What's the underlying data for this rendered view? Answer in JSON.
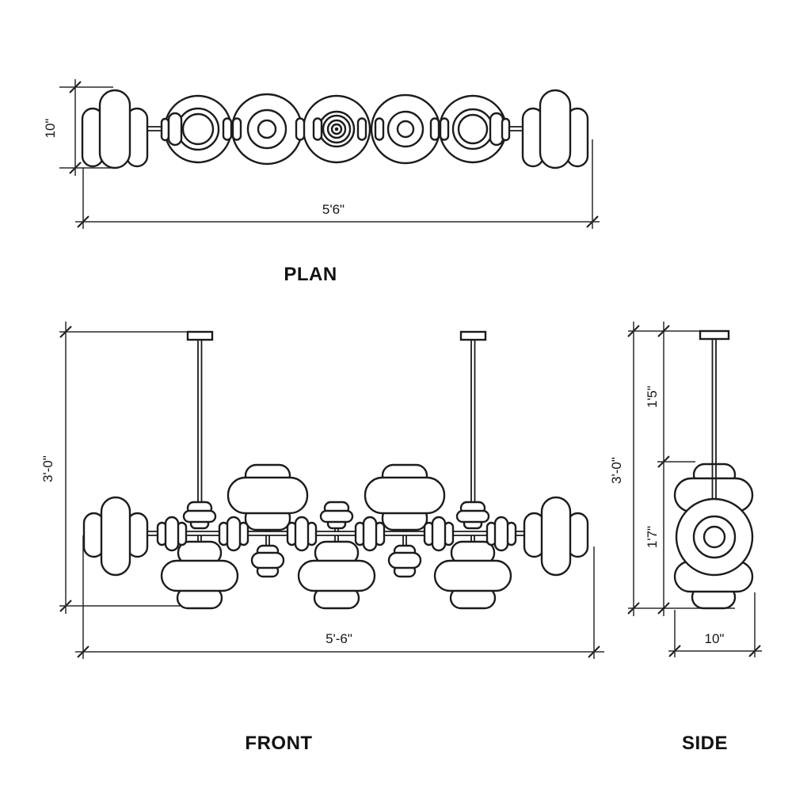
{
  "views": {
    "plan": {
      "label": "PLAN",
      "dims": {
        "depth": "10\"",
        "width": "5'6\""
      }
    },
    "front": {
      "label": "FRONT",
      "dims": {
        "height": "3'-0\"",
        "width": "5'-6\""
      }
    },
    "side": {
      "label": "SIDE",
      "dims": {
        "overall_height": "3'-0\"",
        "rod_drop": "1'5\"",
        "fixture_height": "1'7\"",
        "width": "10\""
      }
    }
  },
  "colors": {
    "line": "#1c1c1c",
    "background": "#ffffff"
  }
}
